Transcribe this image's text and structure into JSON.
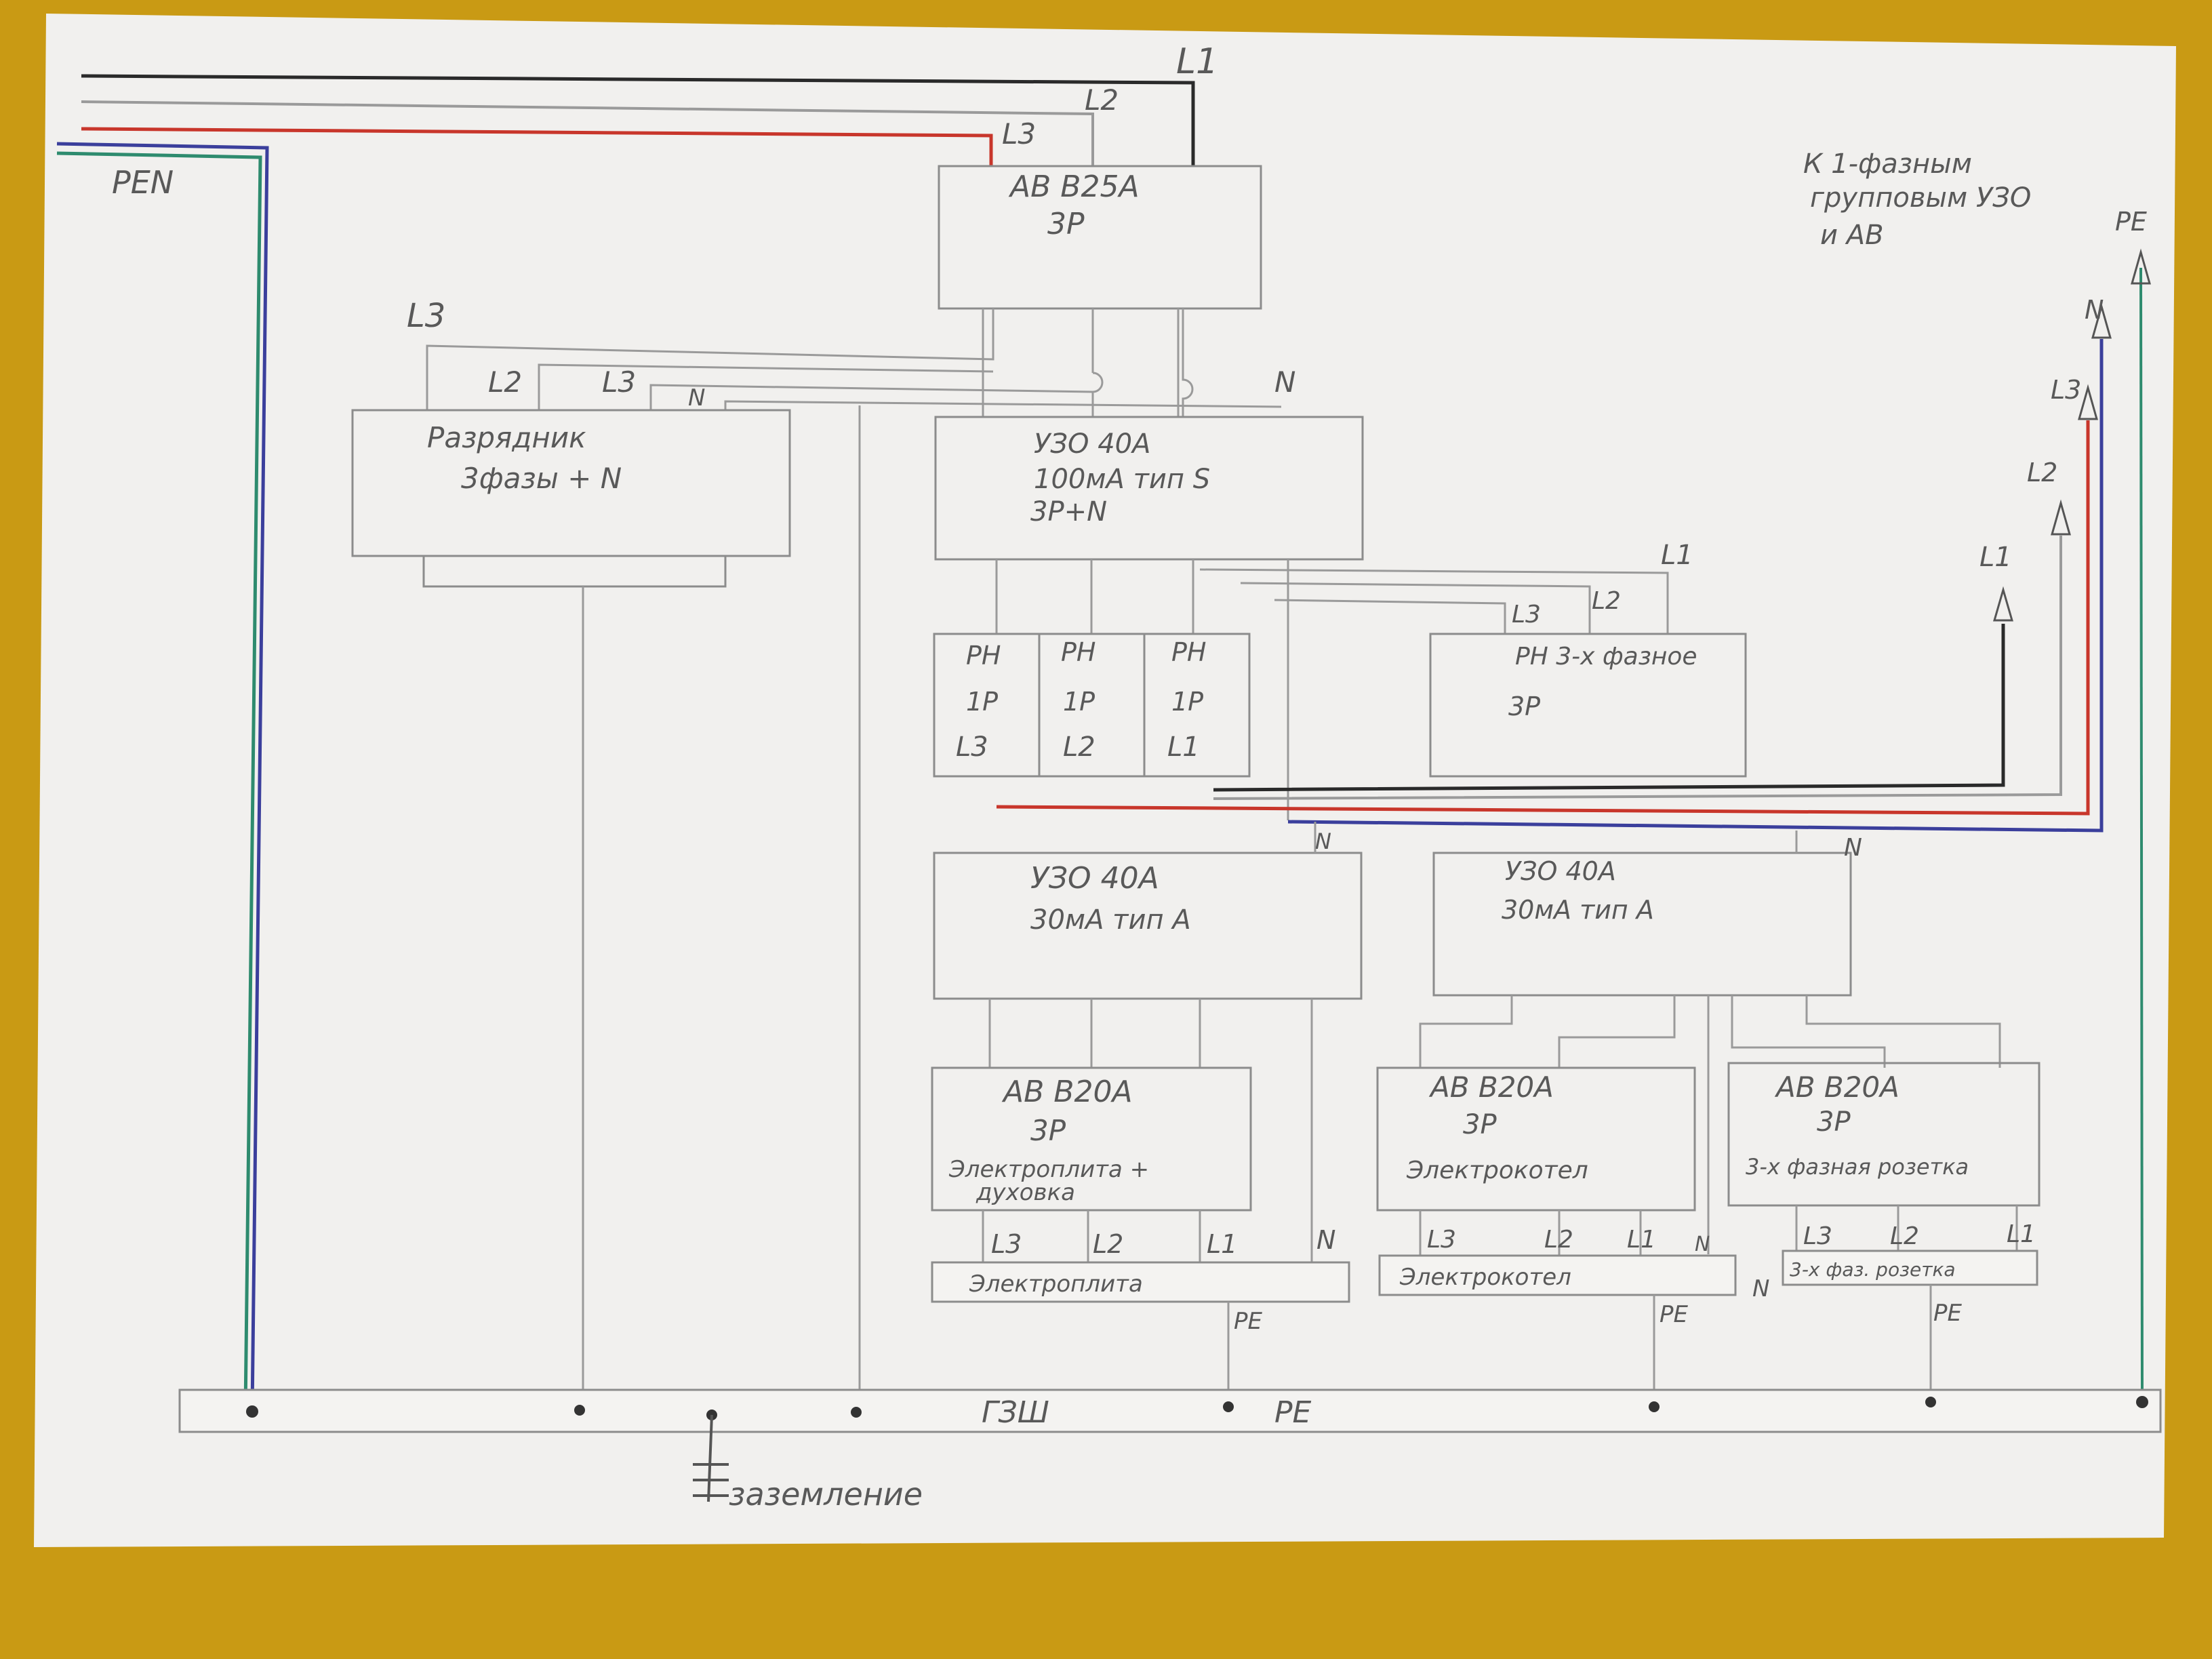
{
  "colors": {
    "background": "#c99a14",
    "paper": "#f1f0ee",
    "phase_l1": "#2a2a2a",
    "phase_l3": "#c8362b",
    "neutral": "#3b3f9c",
    "pe": "#2e8b6e",
    "pencil": "#8c8c8c"
  },
  "labels": {
    "pen": "PEN",
    "pe": "PE",
    "n": "N",
    "l1": "L1",
    "l2": "L2",
    "l3": "L3",
    "gzsh": "ГЗШ",
    "zazemlenie": "заземление"
  },
  "note": {
    "line1": "К 1-фазным",
    "line2": "групповым УЗО",
    "line3": "и АВ"
  },
  "blocks": {
    "main_breaker": {
      "line1": "АВ В25А",
      "line2": "3Р"
    },
    "surge_arrester": {
      "line1": "Разрядник",
      "line2": "3фазы + N"
    },
    "rcd_main": {
      "line1": "УЗО 40А",
      "line2": "100мА тип S",
      "line3": "3Р+N"
    },
    "voltage_relay_1p": [
      {
        "line1": "РН",
        "line2": "1Р",
        "line3": "L3"
      },
      {
        "line1": "РН",
        "line2": "1Р",
        "line3": "L2"
      },
      {
        "line1": "РН",
        "line2": "1Р",
        "line3": "L1"
      }
    ],
    "voltage_relay_3p": {
      "line1": "РН 3-х фазное",
      "line2": "3Р"
    },
    "rcd_left": {
      "line1": "УЗО 40А",
      "line2": "30мА тип А"
    },
    "rcd_right": {
      "line1": "УЗО 40А",
      "line2": "30мА тип А"
    },
    "breaker_stove": {
      "line1": "АВ В20А",
      "line2": "3Р",
      "line3": "Электроплита +",
      "line4": "духовка"
    },
    "breaker_boiler": {
      "line1": "АВ В20А",
      "line2": "3Р",
      "line3": "Электрокотел"
    },
    "breaker_socket": {
      "line1": "АВ В20А",
      "line2": "3Р",
      "line3": "3-х фазная розетка"
    }
  },
  "loads": {
    "stove": "Электроплита",
    "boiler": "Электрокотел",
    "socket": "3-х фаз. розетка"
  }
}
